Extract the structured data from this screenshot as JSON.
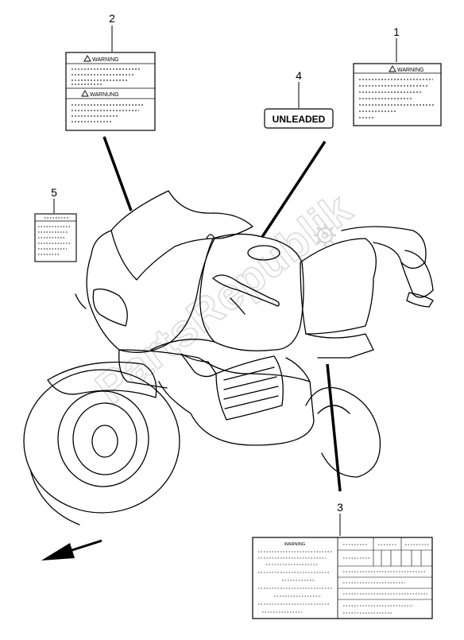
{
  "callouts": {
    "c1": "1",
    "c2": "2",
    "c3": "3",
    "c4": "4",
    "c5": "5"
  },
  "labels": {
    "warning_en": "WARNING",
    "warning_de": "WARNUNG",
    "warning_1": "WARNING",
    "unleaded": "UNLEADED",
    "warning_3": "WARNING"
  },
  "watermark": "PartsRepublik",
  "colors": {
    "line": "#000000",
    "watermark": "#d9d9d9",
    "background": "#ffffff"
  },
  "icons": [
    "warning-triangle-icon",
    "gear-icon",
    "direction-arrow-icon"
  ]
}
